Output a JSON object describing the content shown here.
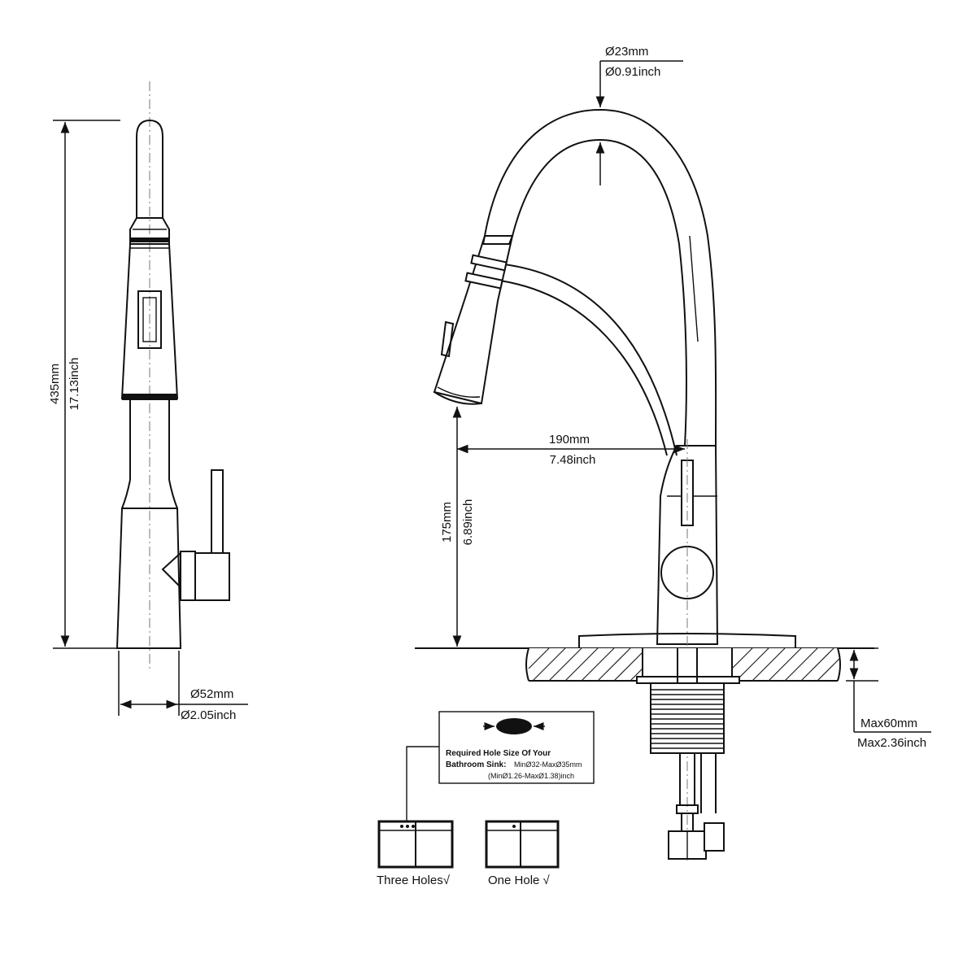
{
  "dimensions": {
    "total_height": {
      "mm": "435mm",
      "inch": "17.13inch"
    },
    "base_diameter": {
      "mm": "Ø52mm",
      "inch": "Ø2.05inch"
    },
    "spout_diameter": {
      "mm": "Ø23mm",
      "inch": "Ø0.91inch"
    },
    "spout_reach": {
      "mm": "190mm",
      "inch": "7.48inch"
    },
    "spout_height": {
      "mm": "175mm",
      "inch": "6.89inch"
    },
    "deck_thickness": {
      "mm": "Max60mm",
      "inch": "Max2.36inch"
    }
  },
  "hole_note": {
    "line1": "Required Hole Size Of Your",
    "line2_bold": "Bathroom Sink:",
    "line2_val": "MinØ32-MaxØ35mm",
    "line3": "(MinØ1.26-MaxØ1.38)inch"
  },
  "installation": {
    "three_holes": "Three Holes√",
    "one_hole": "One Hole √"
  }
}
